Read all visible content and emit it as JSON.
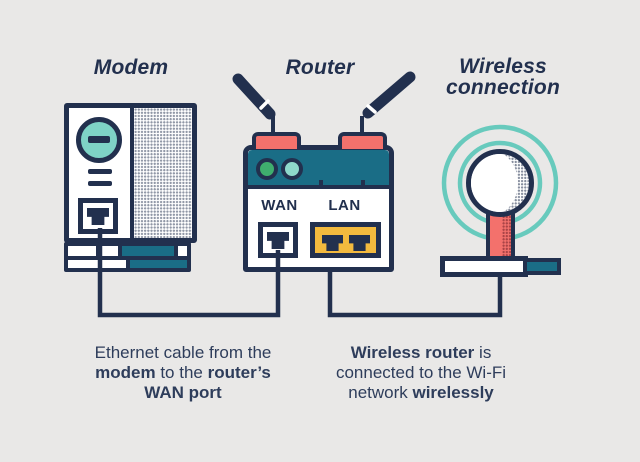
{
  "palette": {
    "background": "#e9e8e7",
    "ink": "#22304e",
    "text": "#2e3d5b",
    "teal_dark": "#1a6d86",
    "aqua": "#7ed3c6",
    "aqua_light": "#8ed8cb",
    "green": "#3fae6e",
    "coral": "#f3716c",
    "yellow": "#f3ba3e",
    "ring_teal": "#68cabd"
  },
  "titles": {
    "modem": "Modem",
    "router": "Router",
    "wireless": "Wireless connection"
  },
  "router_panel": {
    "wan": "WAN",
    "lan": "LAN"
  },
  "captions": {
    "ethernet": {
      "lines": [
        [
          {
            "text": "Ethernet cable from the"
          }
        ],
        [
          {
            "text": "modem",
            "bold": true
          },
          {
            "text": " to the "
          },
          {
            "text": "router’s",
            "bold": true
          }
        ],
        [
          {
            "text": "WAN port",
            "bold": true
          }
        ]
      ]
    },
    "wireless": {
      "lines": [
        [
          {
            "text": "Wireless router",
            "bold": true
          },
          {
            "text": " is"
          }
        ],
        [
          {
            "text": "connected to the Wi-Fi"
          }
        ],
        [
          {
            "text": "network "
          },
          {
            "text": "wirelessly",
            "bold": true
          }
        ]
      ]
    }
  },
  "icons": {
    "modem_illustration": "modem-device",
    "router_illustration": "wifi-router-device",
    "wireless_illustration": "wireless-access-point",
    "wifi_rings": "wifi-signal-rings",
    "cables": "ethernet-cables"
  }
}
